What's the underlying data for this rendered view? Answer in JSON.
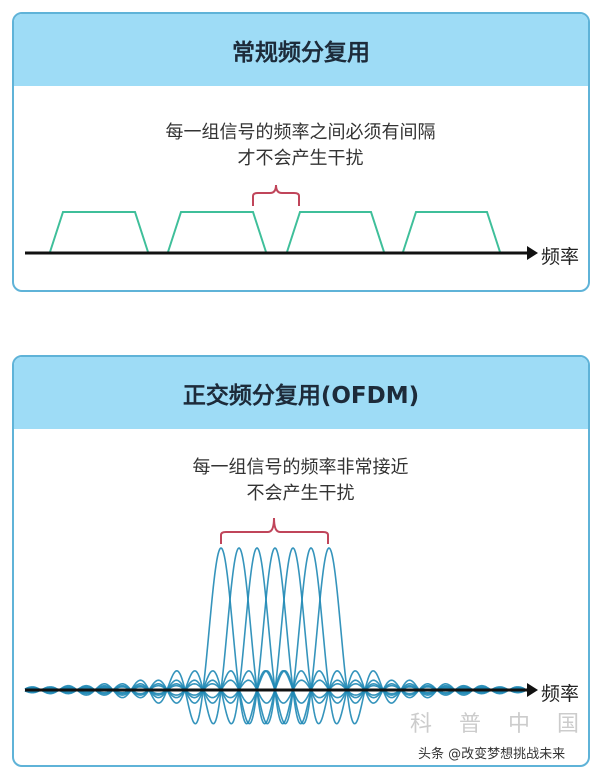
{
  "top": {
    "title": "常规频分复用",
    "note_line1": "每一组信号的频率之间必须有间隔",
    "note_line2": "才不会产生干扰",
    "axis_label": "频率"
  },
  "bottom": {
    "title": "正交频分复用(OFDM)",
    "note_line1": "每一组信号的频率非常接近",
    "note_line2": "不会产生干扰",
    "axis_label": "频率"
  },
  "watermark": {
    "logo_text": "科 普 中 国",
    "credit": "头条 @改变梦想挑战未来"
  },
  "colors": {
    "header": "#9edcf6",
    "border": "#5fb3d8",
    "trapezoid": "#3fbf9a",
    "ofdm": "#1f88b5",
    "bracket": "#c0455a"
  }
}
